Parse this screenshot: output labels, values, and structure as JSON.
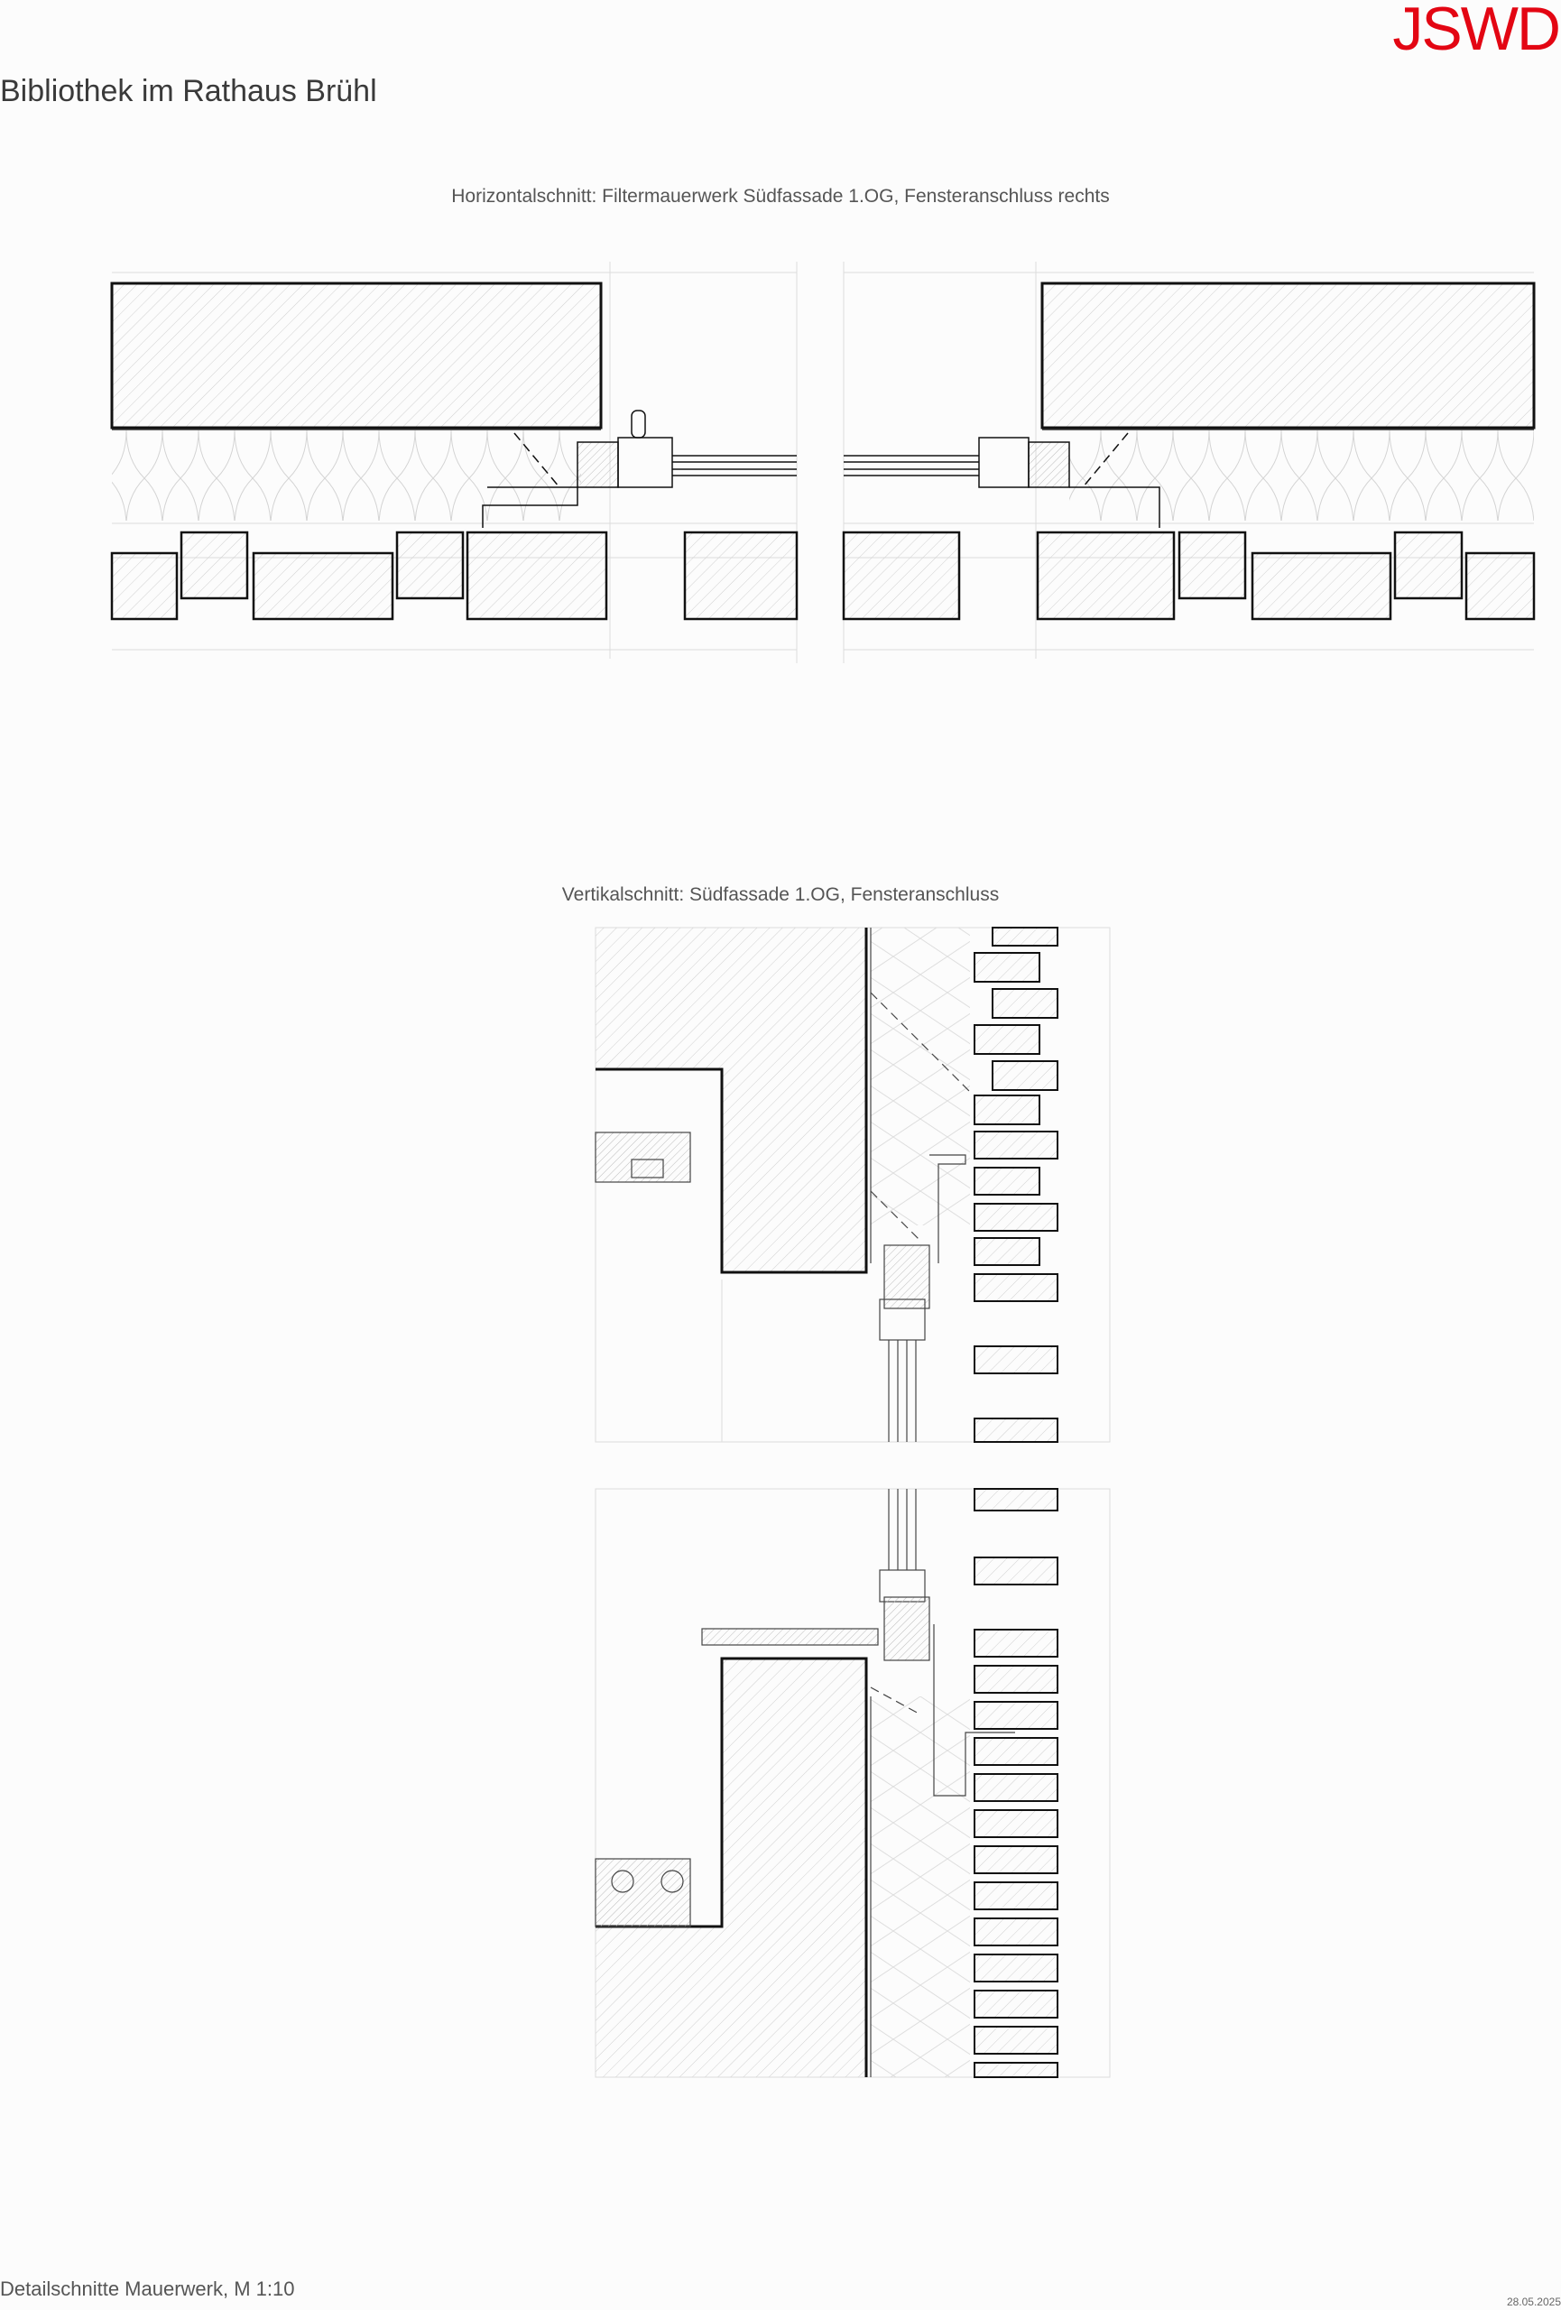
{
  "header": {
    "logo": "JSWD",
    "project_title": "Bibliothek im Rathaus Brühl"
  },
  "sections": {
    "horizontal_caption": "Horizontalschnitt: Filtermauerwerk Südfassade 1.OG, Fensteranschluss rechts",
    "vertical_caption": "Vertikalschnitt: Südfassade 1.OG, Fensteranschluss"
  },
  "footer": {
    "sheet_title": "Detailschnitte Mauerwerk, M 1:10",
    "date": "28.05.2025"
  },
  "colors": {
    "logo": "#e30613",
    "line": "#111111",
    "hatch": "#cfcfcf",
    "guide": "#d8d8d8"
  }
}
